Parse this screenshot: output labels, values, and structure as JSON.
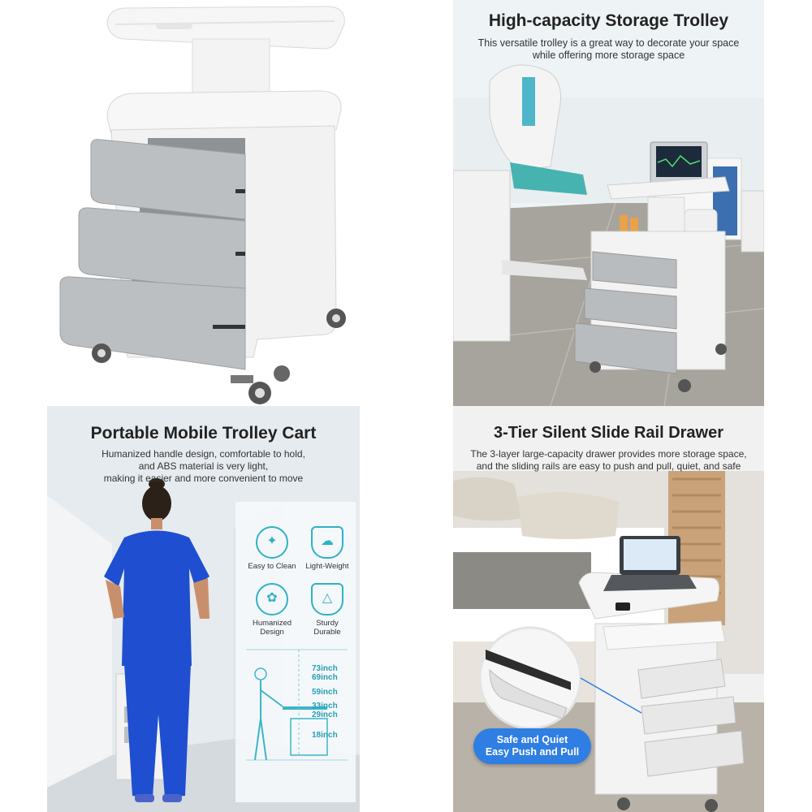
{
  "panels": {
    "top_right": {
      "title": "High-capacity Storage Trolley",
      "subtitle_lines": [
        "This versatile trolley is a great way to decorate your space",
        "while offering more storage space"
      ]
    },
    "bottom_left": {
      "title": "Portable Mobile Trolley Cart",
      "subtitle_lines": [
        "Humanized handle design, comfortable to hold,",
        "and ABS material is very light,",
        "making it easier and more convenient to move"
      ],
      "features": [
        {
          "icon": "easy-clean-icon",
          "label_lines": [
            "Easy to Clean"
          ]
        },
        {
          "icon": "light-weight-icon",
          "label_lines": [
            "Light-Weight"
          ]
        },
        {
          "icon": "humanized-design-icon",
          "label_lines": [
            "Humanized",
            "Design"
          ]
        },
        {
          "icon": "sturdy-durable-icon",
          "label_lines": [
            "Sturdy",
            "Durable"
          ]
        }
      ],
      "dimensions": [
        "73inch",
        "69inch",
        "59inch",
        "33inch",
        "29inch",
        "18inch"
      ]
    },
    "bottom_right": {
      "title": "3-Tier Silent Slide Rail Drawer",
      "subtitle_lines": [
        "The 3-layer large-capacity drawer provides more storage space,",
        "and the sliding rails are easy to push and pull, quiet, and safe"
      ],
      "badge_lines": [
        "Safe and Quiet",
        "Easy Push and Pull"
      ]
    }
  },
  "colors": {
    "accent_teal": "#2fb2c6",
    "badge_blue": "#2f7ee3",
    "scrubs_blue": "#1f4fd0",
    "cart_white": "#f4f4f4",
    "drawer_gray": "#b9bcbf"
  }
}
